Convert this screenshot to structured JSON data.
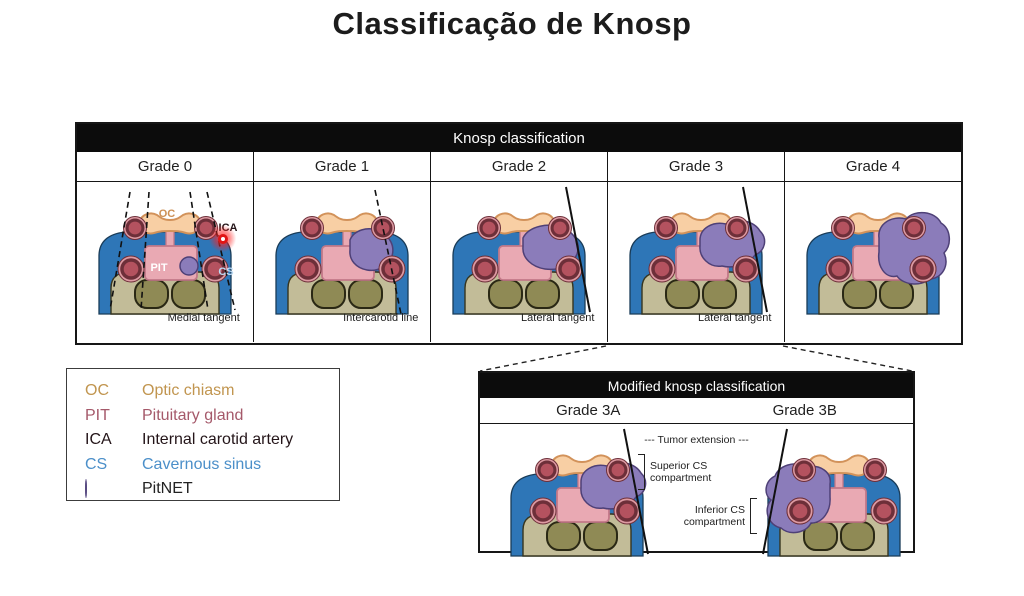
{
  "title": "Classificação de Knosp",
  "main_table": {
    "header": "Knosp classification",
    "columns": [
      {
        "grade": "Grade 0",
        "guide_label": "Medial tangent",
        "tumor_variant": "grade0-small-intrasellar",
        "guide_lines": "medial-tangents-dashed",
        "has_anatomy_labels": true
      },
      {
        "grade": "Grade 1",
        "guide_label": "Intercarotid line",
        "tumor_variant": "grade1-crosses-medial-tangent",
        "guide_lines": "intercarotid-dashed",
        "has_anatomy_labels": false
      },
      {
        "grade": "Grade 2",
        "guide_label": "Lateral tangent",
        "tumor_variant": "grade2-crosses-intercarotid-line",
        "guide_lines": "lateral-tangent-solid",
        "has_anatomy_labels": false
      },
      {
        "grade": "Grade 3",
        "guide_label": "Lateral tangent",
        "tumor_variant": "grade3-beyond-lateral-tangent",
        "guide_lines": "lateral-tangent-solid",
        "has_anatomy_labels": false
      },
      {
        "grade": "Grade 4",
        "guide_label": "",
        "tumor_variant": "grade4-ica-encasement",
        "guide_lines": "none",
        "has_anatomy_labels": false
      }
    ]
  },
  "anatomy_labels": {
    "oc": "OC",
    "pit": "PIT",
    "ica": "ICA",
    "cs": "CS"
  },
  "legend": {
    "items": [
      {
        "abbr": "OC",
        "description": "Optic chiasm",
        "color": "#c1954f"
      },
      {
        "abbr": "PIT",
        "description": "Pituitary gland",
        "color": "#a5596a"
      },
      {
        "abbr": "ICA",
        "description": "Internal carotid artery",
        "color": "#241519"
      },
      {
        "abbr": "CS",
        "description": "Cavernous sinus",
        "color": "#4b8fc9"
      },
      {
        "abbr": "",
        "description": "PitNET",
        "color": "#222222",
        "swatch": "pitnet-purple-ellipse"
      }
    ]
  },
  "modified_table": {
    "header": "Modified knosp classification",
    "columns": [
      {
        "grade": "Grade 3A",
        "tumor_variant": "grade3A-superior-cs",
        "guide_lines": "lateral-tangent-solid",
        "has_anatomy_labels": false
      },
      {
        "grade": "Grade 3B",
        "tumor_variant": "grade3B-inferior-cs",
        "guide_lines": "lateral-tangent-solid-left",
        "has_anatomy_labels": false
      }
    ],
    "annotations": {
      "tumor_extension": "--- Tumor extension ---",
      "superior": "Superior CS compartment",
      "inferior": "Inferior CS compartment"
    }
  },
  "colors": {
    "cavernous_sinus_blue": "#2e76b7",
    "blue_stroke": "#1a3c58",
    "optic_chiasm_peach": "#f8cfa4",
    "peach_stroke": "#d2925a",
    "pituitary_pink": "#e9a9b3",
    "pink_stroke": "#c27888",
    "ica_halo": "#dd9aa2",
    "ica_ring": "#6d2f39",
    "ica_core": "#b4525f",
    "brainstem_light": "#c2bc98",
    "brainstem_stroke": "#37351f",
    "lobe_fill": "#8f8a55",
    "lobe_stroke": "#2a2814",
    "tumor_purple": "#8b7cba",
    "tumor_stroke": "#4e4077",
    "guide_line": "#111111",
    "oc_label": "#cd9055",
    "pit_label": "#ffffff",
    "ica_label": "#241519",
    "cs_label": "#bcd9f2",
    "laser_red": "#e01515"
  }
}
